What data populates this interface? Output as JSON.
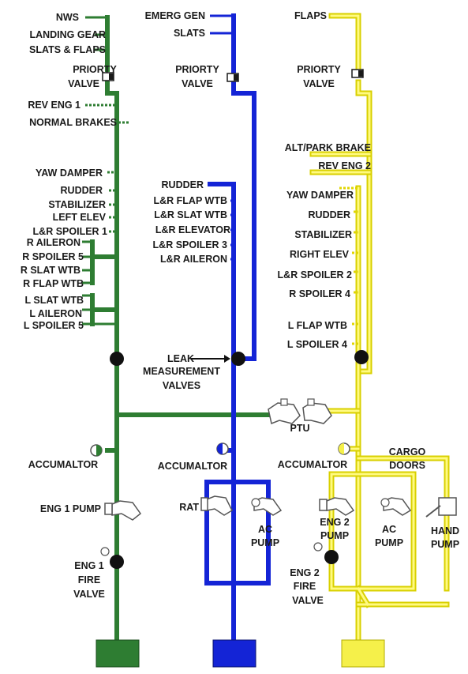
{
  "colors": {
    "green": "#2e7d32",
    "blue": "#1424d6",
    "yellow": "#f5f04a",
    "text": "#1a1a1a"
  },
  "green": {
    "consumers_top": [
      "NWS",
      "LANDING GEAR",
      "SLATS & FLAPS"
    ],
    "priority_valve": [
      "PRIORTY",
      "VALVE"
    ],
    "consumers_mid": [
      "REV ENG 1",
      "NORMAL BRAKES"
    ],
    "flight_controls": [
      "YAW DAMPER",
      "RUDDER",
      "STABILIZER",
      "LEFT ELEV",
      "L&R SPOILER 1",
      "R AILERON",
      "R SPOILER 5",
      "R SLAT WTB",
      "R FLAP WTB",
      "L SLAT WTB",
      "L AILERON",
      "L SPOILER 5"
    ],
    "accumulator": "ACCUMALTOR",
    "pump": "ENG 1 PUMP",
    "fire_valve": [
      "ENG 1",
      "FIRE",
      "VALVE"
    ]
  },
  "blue": {
    "consumers_top": [
      "EMERG GEN",
      "SLATS"
    ],
    "priority_valve": [
      "PRIORTY",
      "VALVE"
    ],
    "flight_controls": [
      "RUDDER",
      "L&R FLAP WTB",
      "L&R SLAT WTB",
      "L&R ELEVATOR",
      "L&R SPOILER 3",
      "L&R AILERON"
    ],
    "leak_valves": [
      "LEAK",
      "MEASUREMENT",
      "VALVES"
    ],
    "accumulator": "ACCUMALTOR",
    "rat": "RAT",
    "ac_pump": [
      "AC",
      "PUMP"
    ]
  },
  "yellow": {
    "consumers_top": [
      "FLAPS"
    ],
    "priority_valve": [
      "PRIORTY",
      "VALVE"
    ],
    "consumers_mid": [
      "ALT/PARK BRAKE",
      "REV ENG 2"
    ],
    "flight_controls": [
      "YAW DAMPER",
      "RUDDER",
      "STABILIZER",
      "RIGHT ELEV",
      "L&R SPOILER 2",
      "R SPOILER 4",
      "L FLAP WTB",
      "L SPOILER 4"
    ],
    "accumulator": "ACCUMALTOR",
    "cargo_doors": [
      "CARGO",
      "DOORS"
    ],
    "eng_pump": [
      "ENG 2",
      "PUMP"
    ],
    "ac_pump": [
      "AC",
      "PUMP"
    ],
    "hand_pump": [
      "HAND",
      "PUMP"
    ],
    "fire_valve": [
      "ENG 2",
      "FIRE",
      "VALVE"
    ]
  },
  "ptu": "PTU"
}
